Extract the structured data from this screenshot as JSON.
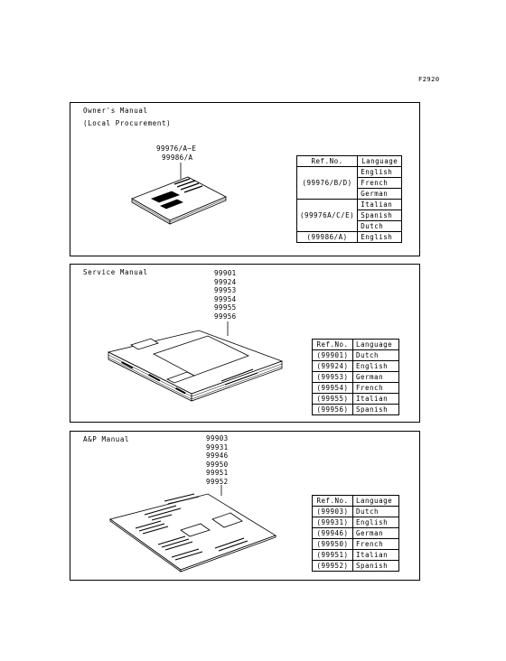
{
  "figure_code": "F2920",
  "panels": {
    "owners": {
      "title_line1": "Owner's Manual",
      "title_line2": "(Local Procurement)",
      "callouts": [
        "99976/A~E",
        "99986/A"
      ],
      "headers": [
        "Ref.No.",
        "Language"
      ],
      "groups": [
        {
          "ref": "(99976/B/D)",
          "languages": [
            "English",
            "French",
            "German"
          ]
        },
        {
          "ref": "(99976A/C/E)",
          "languages": [
            "Italian",
            "Spanish",
            "Dutch"
          ]
        },
        {
          "ref": "(99986/A)",
          "languages": [
            "English"
          ]
        }
      ]
    },
    "service": {
      "title": "Service Manual",
      "callouts": [
        "99901",
        "99924",
        "99953",
        "99954",
        "99955",
        "99956"
      ],
      "headers": [
        "Ref.No.",
        "Language"
      ],
      "rows": [
        {
          "ref": "(99901)",
          "language": "Dutch"
        },
        {
          "ref": "(99924)",
          "language": "English"
        },
        {
          "ref": "(99953)",
          "language": "German"
        },
        {
          "ref": "(99954)",
          "language": "French"
        },
        {
          "ref": "(99955)",
          "language": "Italian"
        },
        {
          "ref": "(99956)",
          "language": "Spanish"
        }
      ]
    },
    "ap": {
      "title": "A&P Manual",
      "callouts": [
        "99903",
        "99931",
        "99946",
        "99950",
        "99951",
        "99952"
      ],
      "headers": [
        "Ref.No.",
        "Language"
      ],
      "rows": [
        {
          "ref": "(99903)",
          "language": "Dutch"
        },
        {
          "ref": "(99931)",
          "language": "English"
        },
        {
          "ref": "(99946)",
          "language": "German"
        },
        {
          "ref": "(99950)",
          "language": "French"
        },
        {
          "ref": "(99951)",
          "language": "Italian"
        },
        {
          "ref": "(99952)",
          "language": "Spanish"
        }
      ]
    }
  }
}
